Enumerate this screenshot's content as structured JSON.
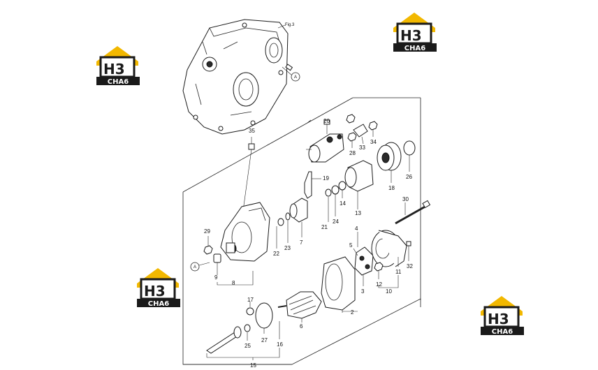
{
  "figure_ref": "Fig.3",
  "reference_mark": "A",
  "watermark": {
    "brand_top": "H3",
    "brand_bottom": "CHA6",
    "colors": {
      "roof": "#f2b800",
      "box": "#1a1a1a",
      "text_light": "#ffffff"
    }
  },
  "callouts": [
    "35",
    "20",
    "33",
    "34",
    "28",
    "26",
    "18",
    "19",
    "14",
    "13",
    "24",
    "21",
    "23",
    "22",
    "7",
    "29",
    "8",
    "9",
    "30",
    "4",
    "5",
    "3",
    "2",
    "11",
    "32",
    "12",
    "10",
    "17",
    "6",
    "27",
    "16",
    "25",
    "15"
  ],
  "colors": {
    "line": "#1a1a1a",
    "background": "#ffffff"
  }
}
